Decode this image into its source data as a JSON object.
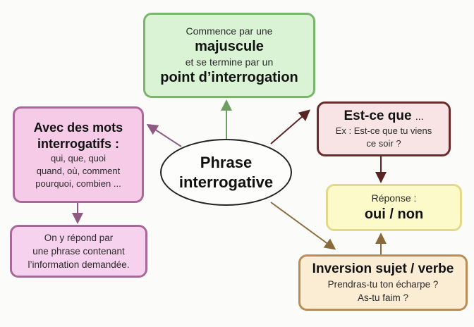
{
  "diagram": {
    "center": {
      "line1": "Phrase",
      "line2": "interrogative"
    },
    "nodes": {
      "capital_and_question_mark": {
        "line1": "Commence par une",
        "line2": "majuscule",
        "line3": "et se termine par un",
        "line4": "point d’interrogation",
        "fill": "#d9f3d4",
        "border": "#7ab56d"
      },
      "interrogative_words": {
        "title_line1": "Avec des mots",
        "title_line2": "interrogatifs :",
        "line1": "qui, que, quoi",
        "line2": "quand, où, comment",
        "line3": "pourquoi, combien ...",
        "fill": "#f5cbe8",
        "border": "#a8699a"
      },
      "information_answer": {
        "line1": "On y répond par",
        "line2": "une phrase contenant",
        "line3": "l’information demandée.",
        "fill": "#f7d2ee",
        "border": "#a8699a"
      },
      "est_ce_que": {
        "title": "Est-ce que",
        "title_suffix": "...",
        "line1": "Ex : Est-ce que tu viens",
        "line2": "ce soir ?",
        "fill": "#f8e4e4",
        "border": "#6b2a2a"
      },
      "yes_no_answer": {
        "line1": "Réponse :",
        "line2": "oui / non",
        "fill": "#fbfac8",
        "border": "#e2d98a"
      },
      "subject_verb_inversion": {
        "title": "Inversion sujet / verbe",
        "line1": "Prendras-tu ton écharpe ?",
        "line2": "As-tu faim ?",
        "fill": "#fbecd4",
        "border": "#b98d55"
      }
    },
    "edges": [
      {
        "from": "center",
        "to": "capital_and_question_mark",
        "color": "#6e9f62"
      },
      {
        "from": "center",
        "to": "interrogative_words",
        "color": "#8e5a82"
      },
      {
        "from": "interrogative_words",
        "to": "information_answer",
        "color": "#8e5a82"
      },
      {
        "from": "center",
        "to": "est_ce_que",
        "color": "#5a2424"
      },
      {
        "from": "est_ce_que",
        "to": "yes_no_answer",
        "color": "#5a2424"
      },
      {
        "from": "center",
        "to": "subject_verb_inversion",
        "color": "#8a6a3a"
      },
      {
        "from": "subject_verb_inversion",
        "to": "yes_no_answer",
        "color": "#8a6a3a"
      }
    ]
  }
}
